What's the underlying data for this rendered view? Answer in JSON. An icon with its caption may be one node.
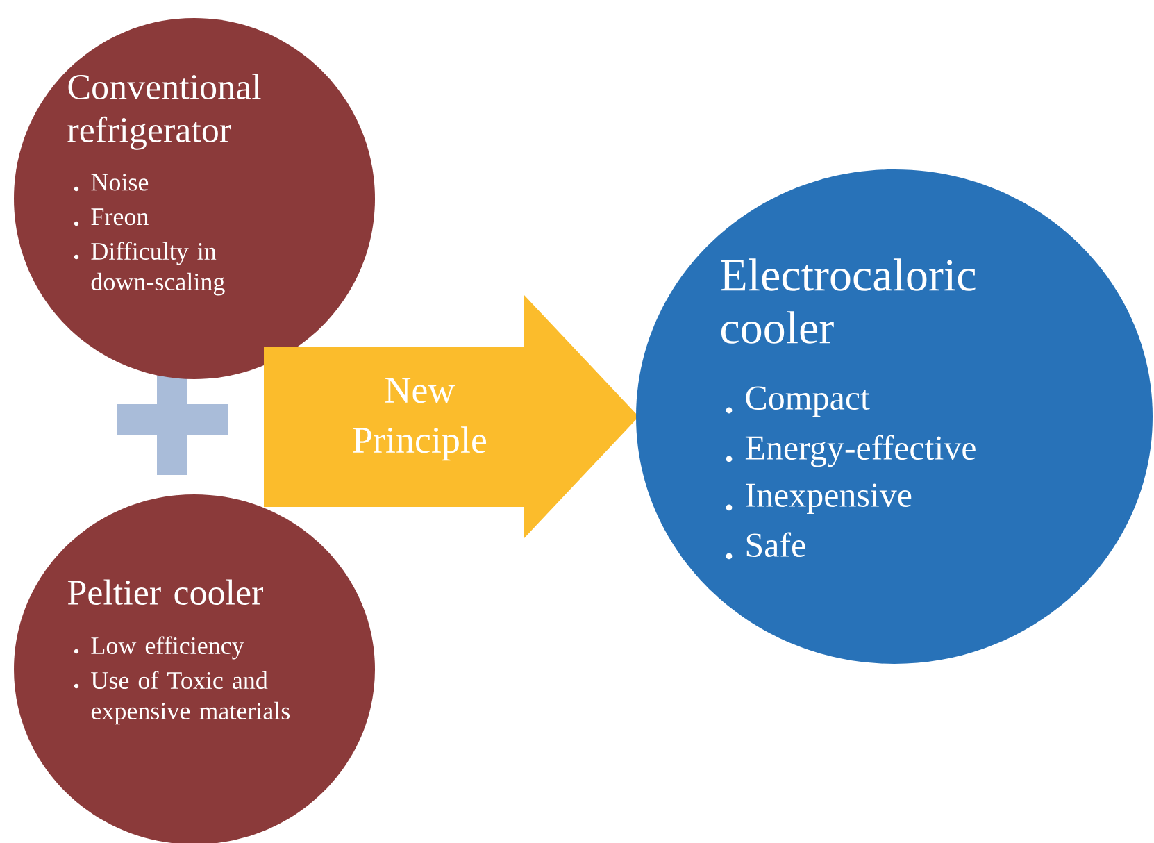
{
  "diagram": {
    "nodes": [
      {
        "text": [
          "Conventional refrigerator",
          "Noise",
          "Freon",
          "Difficulty in down-scaling"
        ]
      },
      {
        "text": [
          "Peltier cooler",
          "Low efficiency",
          "Use of Toxic and expensive materials"
        ]
      },
      {
        "text": [
          "New Principle"
        ]
      },
      {
        "text": [
          "Electrocaloric cooler",
          "Compact",
          "Energy-effective",
          "Inexpensive",
          "Safe"
        ]
      }
    ]
  }
}
